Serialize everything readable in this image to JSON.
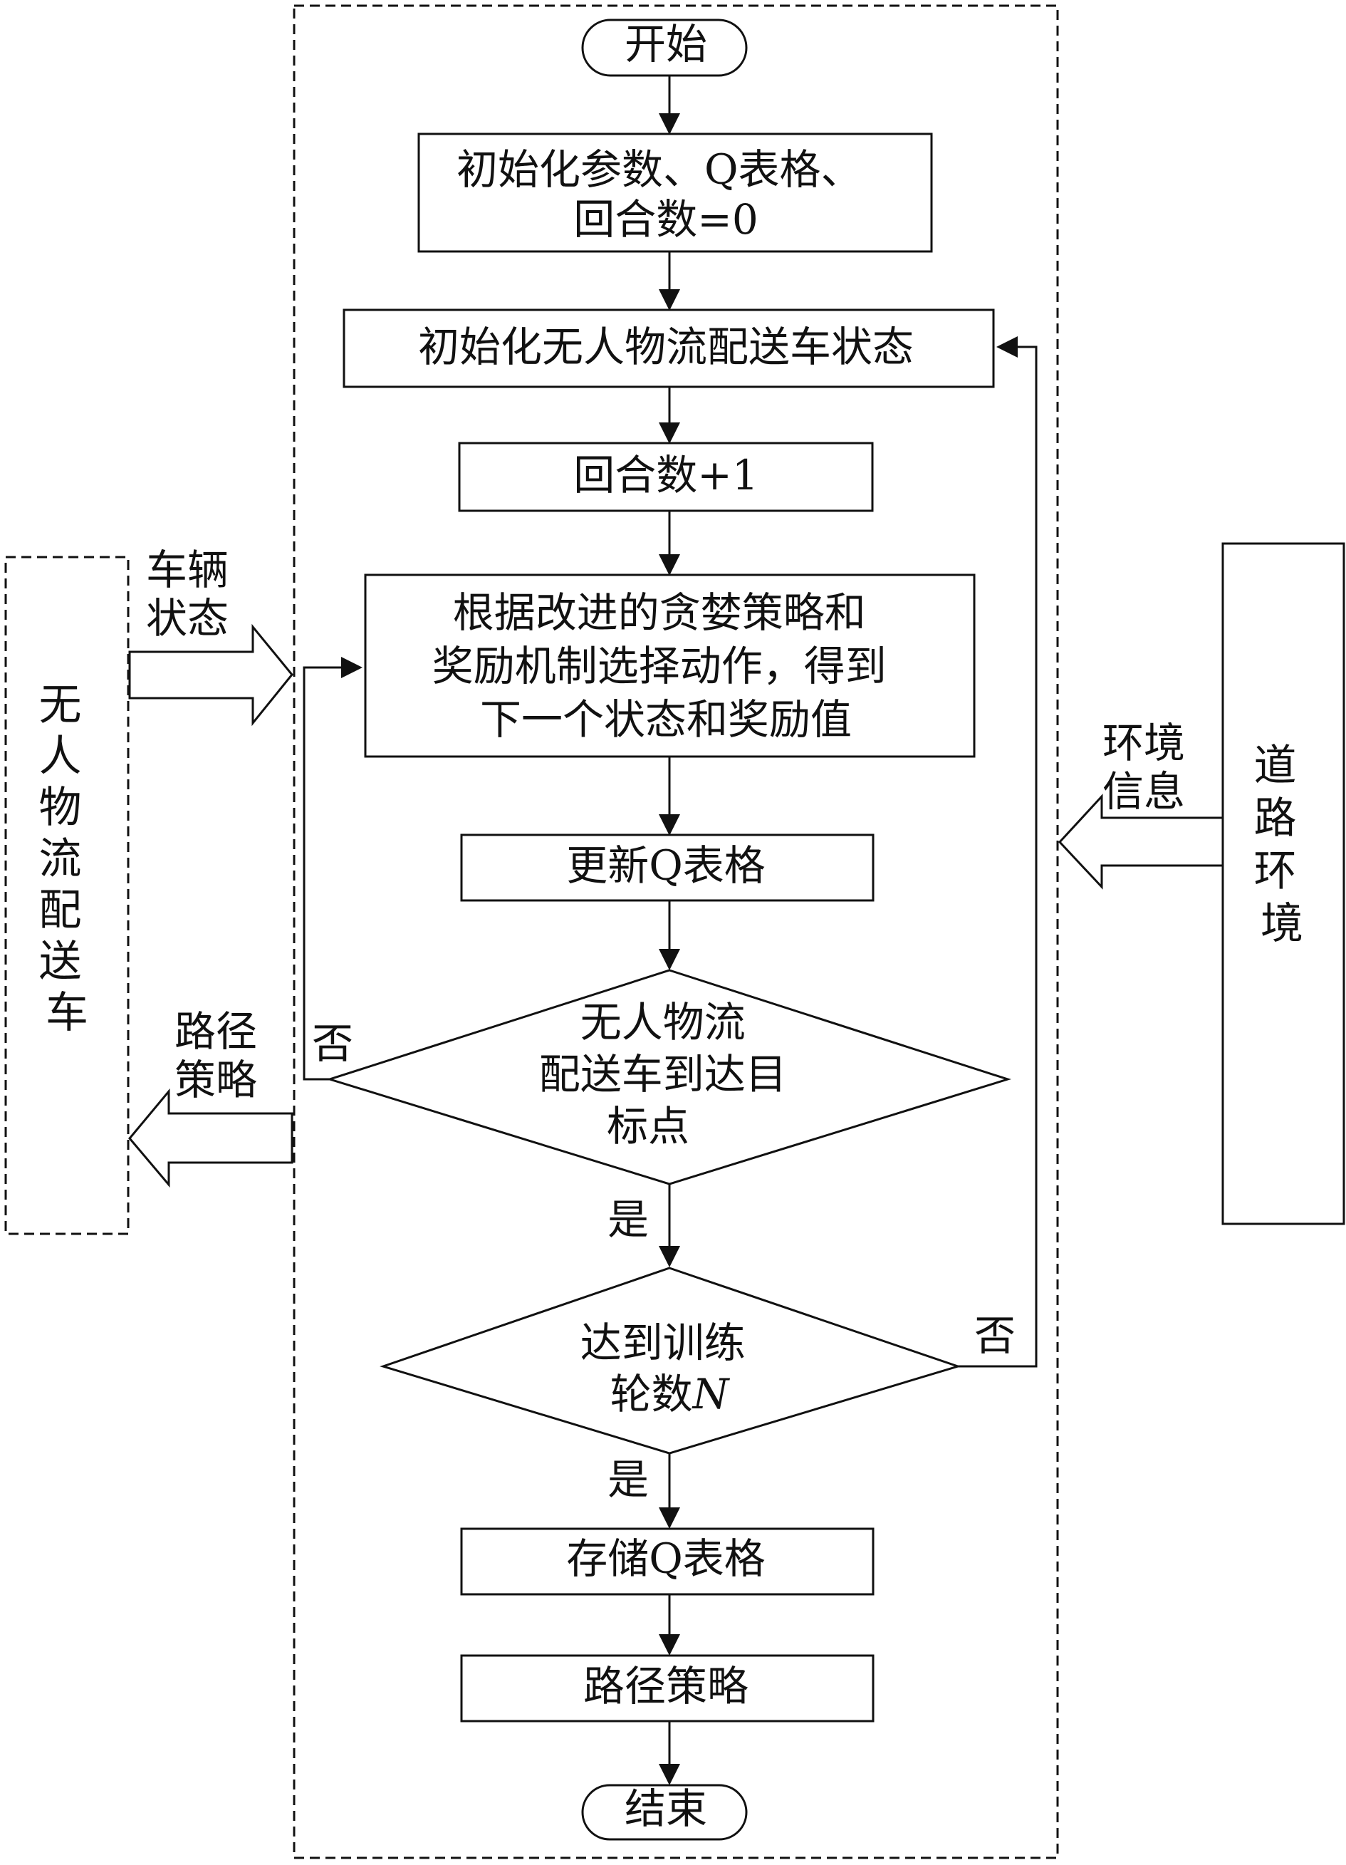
{
  "nodes": {
    "start": {
      "lines": [
        "开始"
      ]
    },
    "init_params": {
      "lines": [
        "初始化参数、Q表格、",
        "回合数=0"
      ]
    },
    "init_state": {
      "lines": [
        "初始化无人物流配送车状态"
      ]
    },
    "episode_inc": {
      "lines": [
        "回合数+1"
      ]
    },
    "select_action": {
      "lines": [
        "根据改进的贪婪策略和",
        "奖励机制选择动作，得到",
        "下一个状态和奖励值"
      ]
    },
    "update_q": {
      "lines": [
        "更新Q表格"
      ]
    },
    "reach_target": {
      "lines": [
        "无人物流",
        "配送车到达目",
        "标点"
      ]
    },
    "reach_rounds": {
      "lines": [
        "达到训练",
        "轮数"
      ],
      "italic_suffix": "N"
    },
    "store_q": {
      "lines": [
        "存储Q表格"
      ]
    },
    "path_policy": {
      "lines": [
        "路径策略"
      ]
    },
    "end": {
      "lines": [
        "结束"
      ]
    }
  },
  "edge_labels": {
    "no_target": "否",
    "yes_target": "是",
    "no_rounds": "否",
    "yes_rounds": "是"
  },
  "side": {
    "vehicle": [
      "无",
      "人",
      "物",
      "流",
      "配",
      "送",
      "车"
    ],
    "road": [
      "道",
      "路",
      "环",
      "境"
    ]
  },
  "flows": {
    "vehicle_state": [
      "车辆",
      "状态"
    ],
    "env_info": [
      "环境",
      "信息"
    ],
    "path_strategy": [
      "路径",
      "策略"
    ]
  }
}
